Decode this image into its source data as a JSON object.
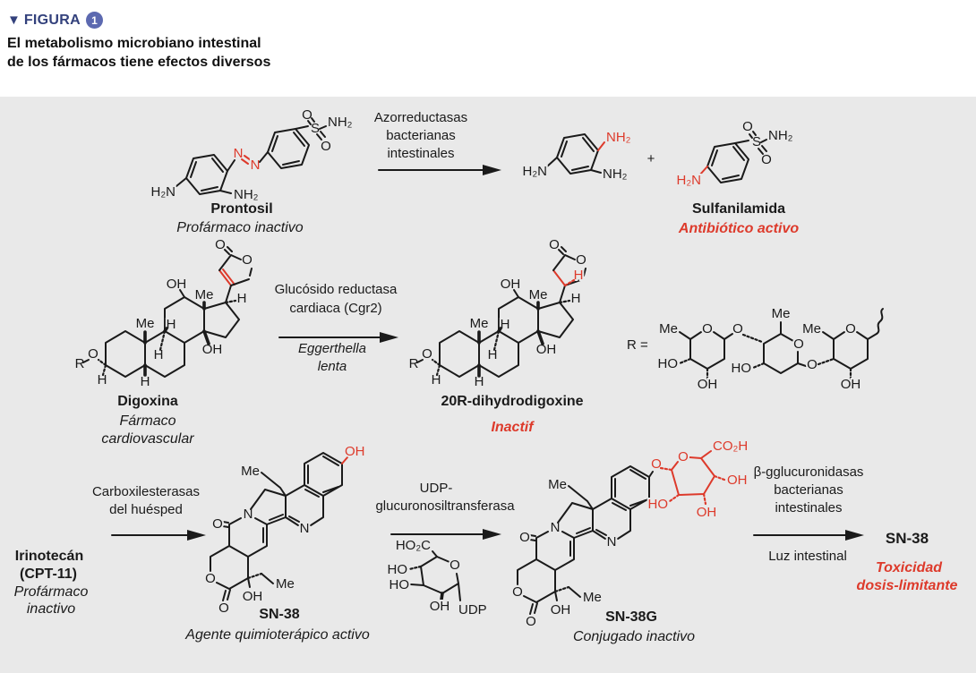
{
  "header": {
    "figura_label": "FIGURA",
    "figura_number": "1",
    "title_line1": "El metabolismo microbiano intestinal",
    "title_line2": "de los fármacos tiene efectos diversos"
  },
  "reaction1": {
    "substrate_name": "Prontosil",
    "substrate_status": "Profármaco inactivo",
    "arrow_label_line1": "Azorreductasas",
    "arrow_label_line2": "bacterianas",
    "arrow_label_line3": "intestinales",
    "product_name": "Sulfanilamida",
    "product_status": "Antibiótico activo"
  },
  "reaction2": {
    "substrate_name": "Digoxina",
    "substrate_status_line1": "Fármaco",
    "substrate_status_line2": "cardiovascular",
    "arrow_label_line1": "Glucósido reductasa",
    "arrow_label_line2": "cardiaca (Cgr2)",
    "arrow_sublabel_line1": "Eggerthella",
    "arrow_sublabel_line2": "lenta",
    "product_name": "20R-dihydrodigoxine",
    "product_status": "Inactif"
  },
  "reaction3": {
    "substrate_name_line1": "Irinotecán",
    "substrate_name_line2": "(CPT-11)",
    "substrate_status_line1": "Profármaco",
    "substrate_status_line2": "inactivo",
    "arrow1_label_line1": "Carboxilesterasas",
    "arrow1_label_line2": "del huésped",
    "intermediate1_name": "SN-38",
    "intermediate1_status": "Agente quimioterápico activo",
    "arrow2_label_line1": "UDP-",
    "arrow2_label_line2": "glucuronosiltransferasa",
    "intermediate2_name": "SN-38G",
    "intermediate2_status": "Conjugado inactivo",
    "arrow3_label_line1": "β-gglucuronidasas",
    "arrow3_label_line2": "bacterianas",
    "arrow3_label_line3": "intestinales",
    "arrow3_sublabel": "Luz intestinal",
    "product_name": "SN-38",
    "product_status_line1": "Toxicidad",
    "product_status_line2": "dosis-limitante"
  },
  "atoms": {
    "o": "O",
    "s": "S",
    "n": "N",
    "h": "H",
    "r": "R",
    "me": "Me",
    "oh": "OH",
    "ho": "HO",
    "nh2": "NH₂",
    "h2n": "H₂N",
    "co2h": "CO₂H",
    "ho2c": "HO₂C",
    "udp": "UDP",
    "plus": "+",
    "r_equals": "R ="
  },
  "colors": {
    "accent_red": "#dd3a2b",
    "header_navy": "#33417c",
    "badge_blue": "#5c69b0",
    "panel_gray": "#e9e9e9"
  }
}
